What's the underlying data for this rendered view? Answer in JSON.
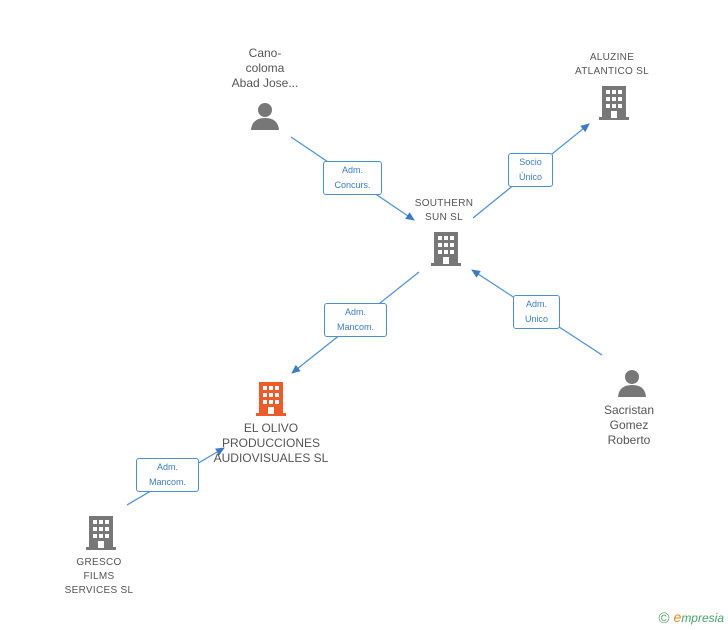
{
  "nodes": {
    "cano": {
      "lines": [
        "Cano-",
        "coloma",
        "Abad Jose..."
      ],
      "kind": "person"
    },
    "aluzine": {
      "lines": [
        "ALUZINE",
        "ATLANTICO SL"
      ],
      "kind": "company"
    },
    "southern": {
      "lines": [
        "SOUTHERN",
        "SUN SL"
      ],
      "kind": "company"
    },
    "elolivo": {
      "lines": [
        "EL OLIVO",
        "PRODUCCIONES",
        "AUDIOVISUALES SL"
      ],
      "kind": "company-main"
    },
    "sacristan": {
      "lines": [
        "Sacristan",
        "Gomez",
        "Roberto"
      ],
      "kind": "person"
    },
    "gresco": {
      "lines": [
        "GRESCO",
        "FILMS",
        "SERVICES SL"
      ],
      "kind": "company"
    }
  },
  "edges": {
    "cano_southern": {
      "lines": [
        "Adm.",
        "Concurs."
      ]
    },
    "southern_aluzine": {
      "lines": [
        "Socio",
        "Único"
      ]
    },
    "southern_elolivo": {
      "lines": [
        "Adm.",
        "Mancom."
      ]
    },
    "sacristan_southern": {
      "lines": [
        "Adm.",
        "Unico"
      ]
    },
    "gresco_elolivo": {
      "lines": [
        "Adm.",
        "Mancom."
      ]
    }
  },
  "footer": {
    "copyright": "©",
    "brand_e": "e",
    "brand_rest": "mpresia"
  },
  "colors": {
    "node": "#777777",
    "main": "#f05a28",
    "edge": "#4a8fd8"
  }
}
